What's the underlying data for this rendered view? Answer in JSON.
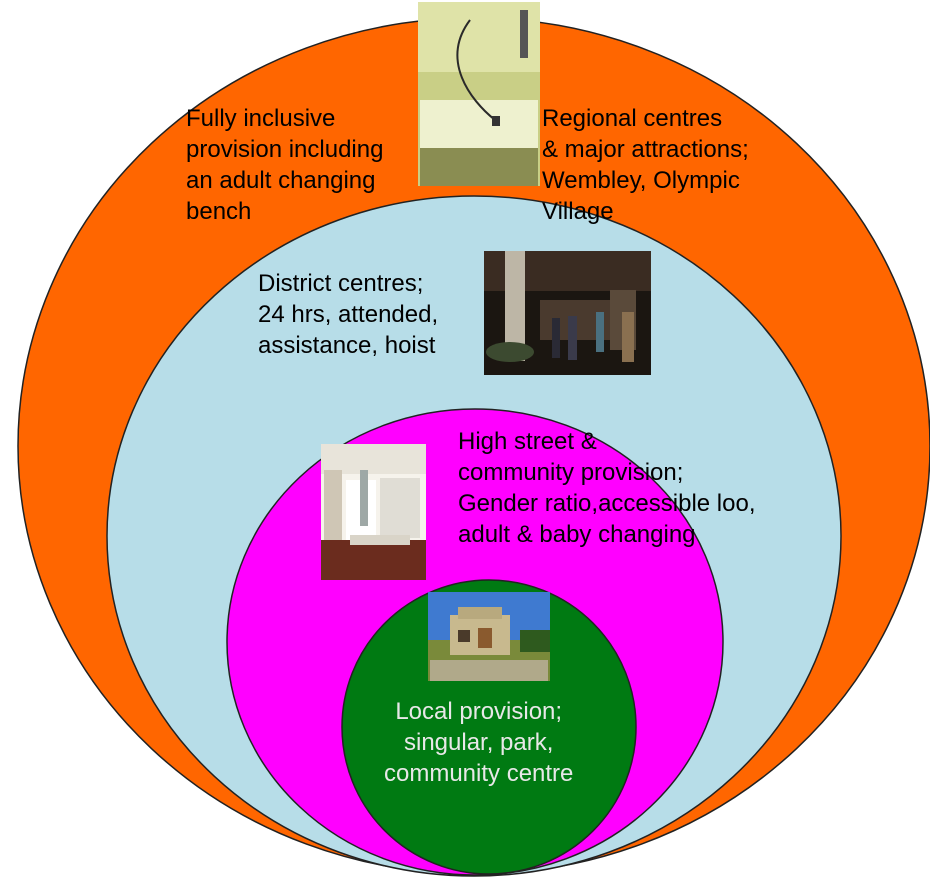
{
  "diagram": {
    "colors": {
      "regional": "#ff6600",
      "district": "#b7dde8",
      "high_street": "#ff00ff",
      "local": "#007a12",
      "outline": "#222222"
    },
    "labels": {
      "fully_inclusive": "Fully inclusive\nprovision including\nan adult changing\nbench",
      "regional": "Regional centres\n& major attractions;\nWembley, Olympic\nVillage",
      "district": "District centres;\n24 hrs, attended,\nassistance, hoist",
      "high_street": "High street &\ncommunity provision;\nGender ratio,accessible loo,\nadult & baby changing",
      "local": "Local provision;\nsingular, park,\ncommunity centre"
    },
    "photos": [
      {
        "name": "adult-changing-bench-photo",
        "depicts": "adult changing bench with shower"
      },
      {
        "name": "district-centre-night-photo",
        "depicts": "people outside a building at night"
      },
      {
        "name": "washroom-interior-photo",
        "depicts": "washroom interior with sinks"
      },
      {
        "name": "park-building-photo",
        "depicts": "stone building with garden"
      }
    ]
  }
}
